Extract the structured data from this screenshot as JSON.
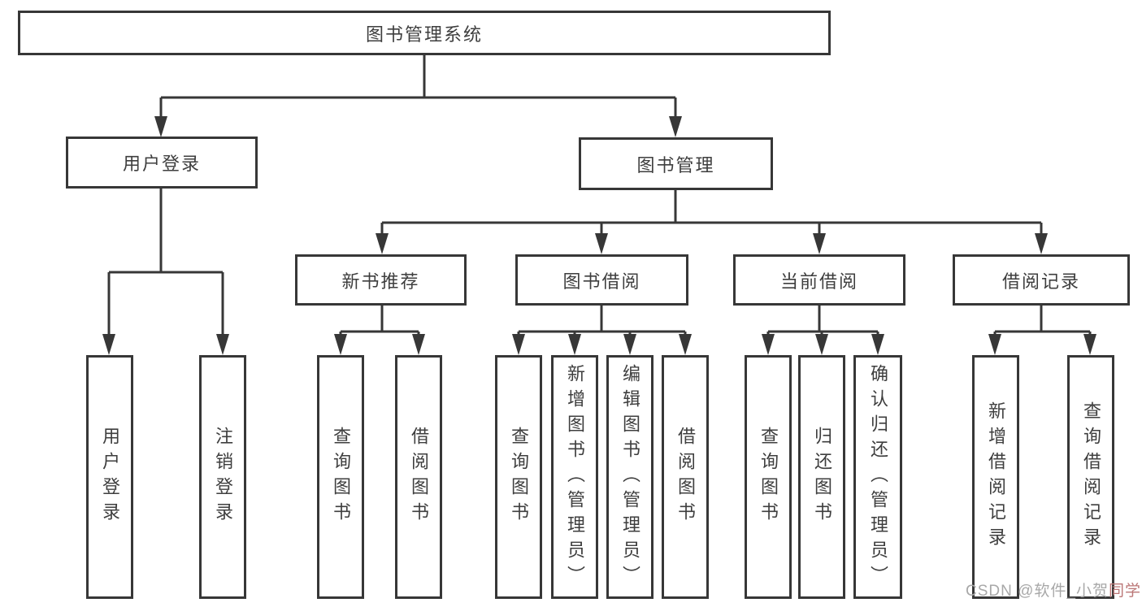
{
  "tree": {
    "label": "图书管理系统",
    "children": [
      {
        "label": "用户登录",
        "children": [
          {
            "label": "用户登录"
          },
          {
            "label": "注销登录"
          }
        ]
      },
      {
        "label": "图书管理",
        "children": [
          {
            "label": "新书推荐",
            "children": [
              {
                "label": "查询图书"
              },
              {
                "label": "借阅图书"
              }
            ]
          },
          {
            "label": "图书借阅",
            "children": [
              {
                "label": "查询图书"
              },
              {
                "label": "新增图书（管理员）"
              },
              {
                "label": "编辑图书（管理员）"
              },
              {
                "label": "借阅图书"
              }
            ]
          },
          {
            "label": "当前借阅",
            "children": [
              {
                "label": "查询图书"
              },
              {
                "label": "归还图书"
              },
              {
                "label": "确认归还（管理员）"
              }
            ]
          },
          {
            "label": "借阅记录",
            "children": [
              {
                "label": "新增借阅记录"
              },
              {
                "label": "查询借阅记录"
              }
            ]
          }
        ]
      }
    ]
  },
  "watermark": {
    "prefix": "CSDN @软件_小贺",
    "suffix": "同学"
  },
  "colors": {
    "line": "#373737",
    "box_border": "#373737",
    "text": "#3e3e3e",
    "watermark": "#a8a8a8",
    "watermark_accent": "#bb7676",
    "background": "#ffffff"
  }
}
